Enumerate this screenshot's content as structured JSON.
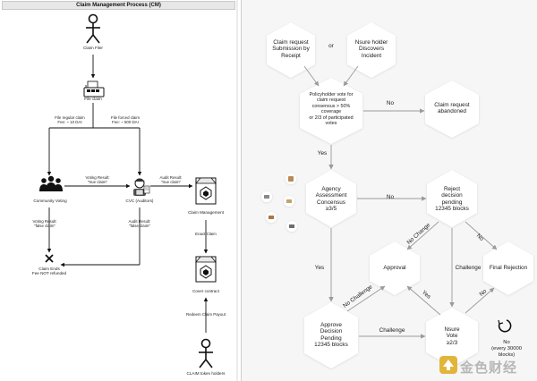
{
  "left": {
    "title": "Claim Management Process (CM)",
    "nodes": {
      "claim_filer": "Claim Filer",
      "file_claim": "File claim",
      "community_voting": "Community Voting",
      "cvc": "CVC (Auditors)",
      "claim_management": "Claim Management",
      "claim_ends": [
        "Claim Ends",
        "Fee NOT refunded"
      ],
      "cover_contract": "Cover contract",
      "claim_token_holders": "CLAIM token holders"
    },
    "edges": {
      "regular": [
        "File regular claim",
        "Fee: ~ 10 DAI"
      ],
      "forced": [
        "File forced claim",
        "Fee: ~ 500 DAI"
      ],
      "voting_true": [
        "Voting Result:",
        "\"true claim\""
      ],
      "audit_true": [
        "Audit Result:",
        "\"true claim\""
      ],
      "voting_false": [
        "Voting Result:",
        "\"false claim\""
      ],
      "audit_false": [
        "Audit Result:",
        "\"false claim\""
      ],
      "enact": "Enact Claim",
      "redeem": "Redeem Claim Payout"
    }
  },
  "right": {
    "nodes": {
      "claim_request": [
        "Claim request",
        "Submission by",
        "Receipt"
      ],
      "or": "or",
      "nsure_holder": [
        "Nsure holder",
        "Discovers",
        "Incident"
      ],
      "policyholder_vote": [
        "Policyholder vote for",
        "claim request",
        "consensus > 50%",
        "coverage",
        "or 2/3 of participated",
        "votes"
      ],
      "abandoned": [
        "Claim request",
        "abandoned"
      ],
      "agency": [
        "Agency",
        "Assessment",
        "Concensus",
        "≥3/5"
      ],
      "reject": [
        "Reject",
        "decision",
        "pending",
        "12345 blocks"
      ],
      "approval": "Approval",
      "final_rejection": "Final Rejection",
      "approve_pending": [
        "Approve",
        "Decision",
        "Pending",
        "12345 blocks"
      ],
      "nsure_vote": [
        "Nsure",
        "Vote",
        "≥2/3"
      ],
      "no_every": [
        "No",
        "(every 30000",
        "blocks)"
      ]
    },
    "edges": {
      "no_1": "No",
      "yes_1": "Yes",
      "no_2": "No",
      "yes_2": "Yes",
      "no_change_1": "No Change",
      "no_3": "No",
      "challenge_1": "Challenge",
      "no_4": "No",
      "no_change_2": "No Challenge",
      "yes_3": "Yes",
      "challenge_2": "Challenge"
    }
  },
  "watermark": "金色财经",
  "colors": {
    "right_bg": "#f6f6f6",
    "hexagon_fill": "#ffffff",
    "arrow": "#9a9a9a",
    "left_line": "#111111",
    "watermark_logo": "#e2b53a"
  }
}
